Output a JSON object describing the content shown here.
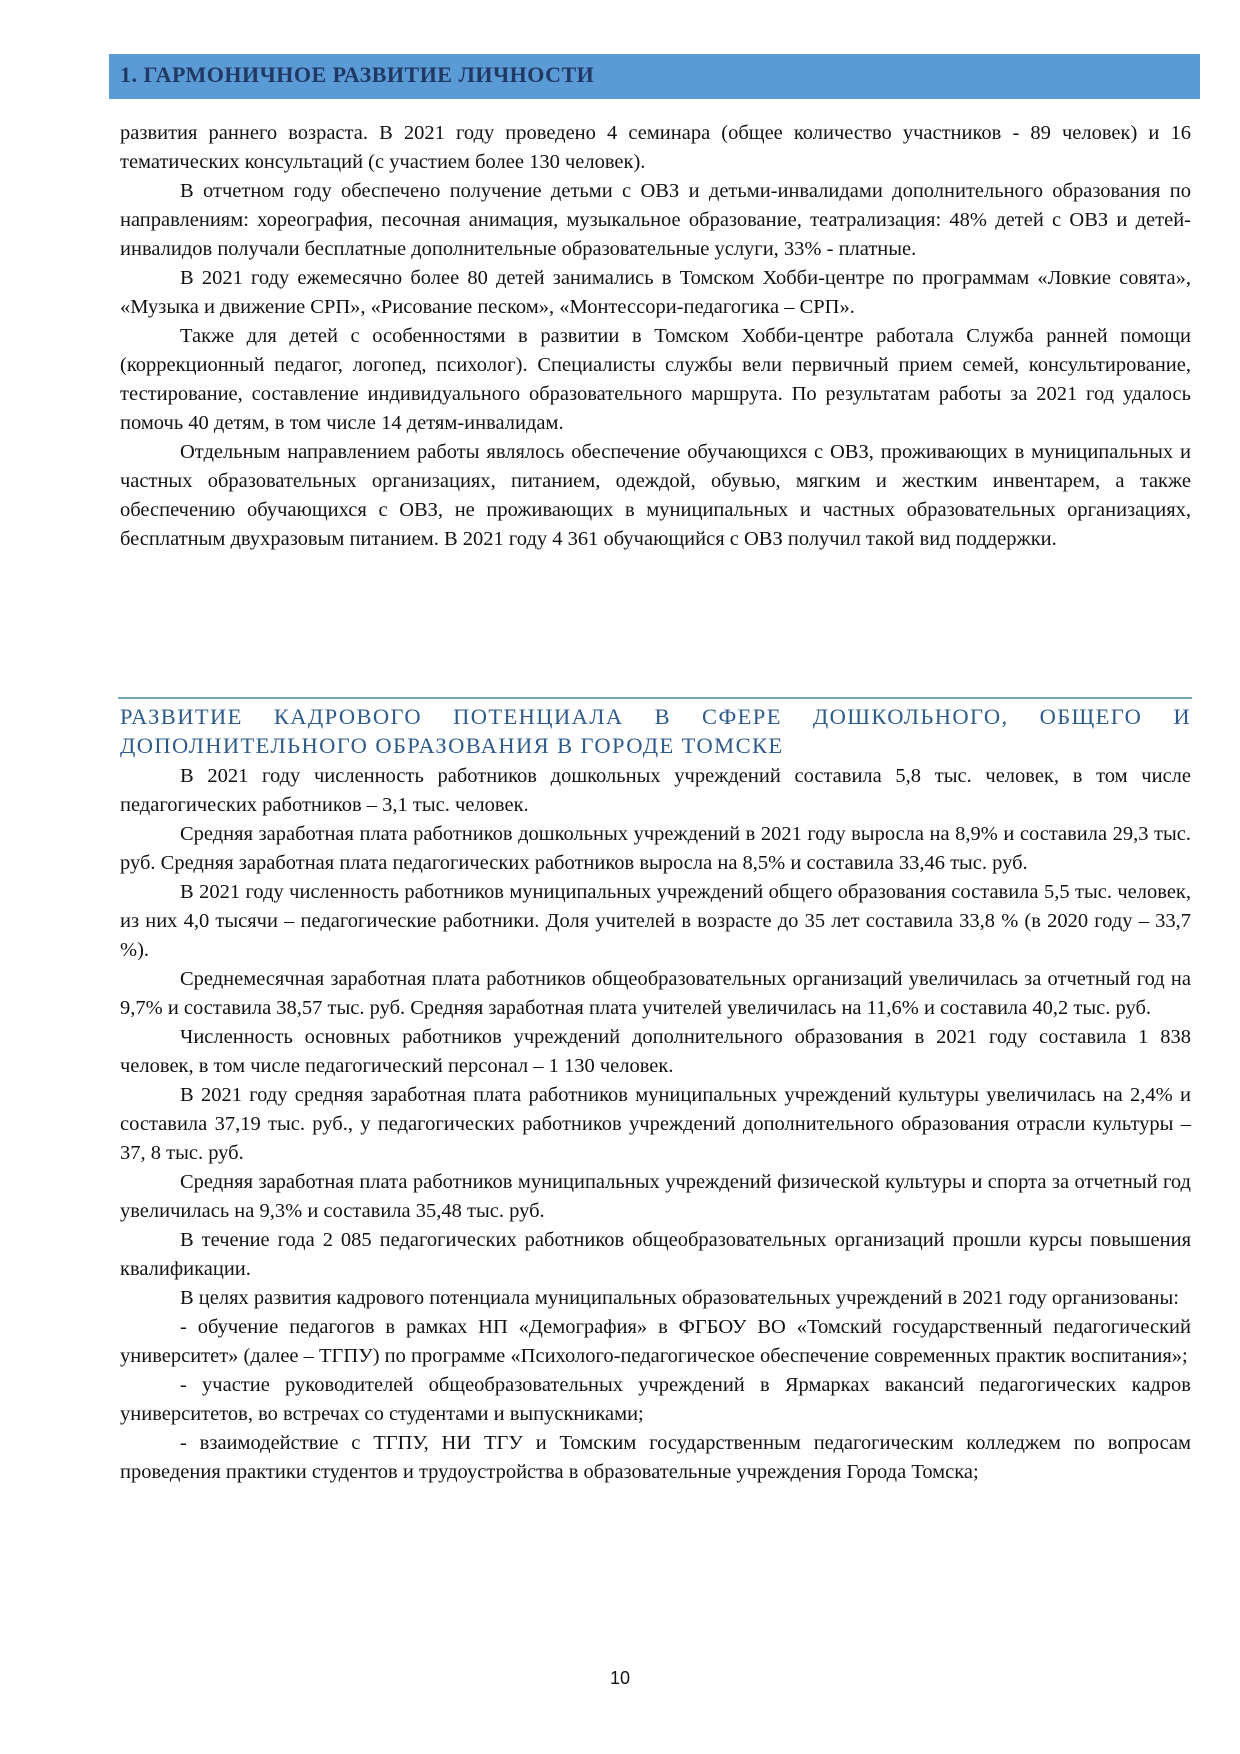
{
  "section_header": "1. ГАРМОНИЧНОЕ РАЗВИТИЕ ЛИЧНОСТИ",
  "part1": [
    "развития раннего возраста. В 2021 году проведено 4 семинара (общее количество участников - 89 человек) и 16 тематических консультаций (с участием более 130 человек).",
    "В отчетном году обеспечено получение детьми с ОВЗ и детьми-инвалидами дополнительного образования по направлениям: хореография, песочная анимация, музыкальное образование, театрализация: 48% детей с ОВЗ и детей-инвалидов получали бесплатные дополнительные образовательные услуги, 33% - платные.",
    "В 2021 году ежемесячно более 80 детей занимались в Томском Хобби-центре по программам «Ловкие совята», «Музыка и движение СРП», «Рисование песком», «Монтессори-педагогика – СРП».",
    "Также для детей с особенностями в развитии в Томском Хобби-центре работала Служба ранней помощи (коррекционный педагог, логопед, психолог). Специалисты службы вели первичный прием семей, консультирование, тестирование, составление индивидуального образовательного маршрута. По результатам работы за 2021 год удалось помочь 40 детям, в том числе 14 детям-инвалидам.",
    "Отдельным направлением работы являлось обеспечение обучающихся с ОВЗ, проживающих в муниципальных и частных образовательных организациях, питанием, одеждой, обувью, мягким и жестким инвентарем, а также обеспечению обучающихся с ОВЗ, не проживающих в муниципальных и частных образовательных организациях, бесплатным двухразовым питанием. В 2021 году 4 361 обучающийся с ОВЗ получил такой вид поддержки."
  ],
  "subsection_title": "РАЗВИТИЕ КАДРОВОГО ПОТЕНЦИАЛА В СФЕРЕ ДОШКОЛЬНОГО, ОБЩЕГО И ДОПОЛНИТЕЛЬНОГО ОБРАЗОВАНИЯ В ГОРОДЕ ТОМСКЕ",
  "part2": [
    "В 2021 году численность работников дошкольных учреждений составила 5,8 тыс. человек, в том числе педагогических работников – 3,1 тыс. человек.",
    "Средняя заработная плата работников дошкольных учреждений в 2021 году выросла на 8,9% и составила 29,3 тыс. руб. Средняя заработная плата педагогических работников выросла на 8,5% и составила 33,46 тыс. руб.",
    "В 2021 году численность работников муниципальных учреждений общего образования составила 5,5 тыс. человек, из них 4,0 тысячи – педагогические работники. Доля учителей в возрасте до 35 лет составила 33,8 % (в 2020 году – 33,7 %).",
    "Среднемесячная заработная плата работников общеобразовательных организаций увеличилась за отчетный год на 9,7% и составила 38,57 тыс. руб. Средняя заработная плата учителей увеличилась на 11,6% и составила 40,2 тыс. руб.",
    "Численность основных работников учреждений дополнительного образования в 2021 году составила 1 838 человек, в том числе педагогический персонал – 1 130 человек.",
    "В 2021 году средняя заработная плата работников муниципальных учреждений культуры увеличилась на 2,4% и составила 37,19 тыс. руб., у педагогических работников учреждений дополнительного образования отрасли культуры – 37, 8 тыс. руб.",
    "Средняя заработная плата работников муниципальных учреждений физической культуры и спорта за отчетный год увеличилась на 9,3% и составила 35,48 тыс. руб.",
    "В течение года 2 085 педагогических работников общеобразовательных организаций прошли курсы повышения квалификации.",
    "В целях развития кадрового потенциала муниципальных образовательных учреждений в 2021 году организованы:",
    "- обучение педагогов в рамках НП «Демография» в ФГБОУ ВО «Томский государственный педагогический университет» (далее – ТГПУ) по программе «Психолого-педагогическое обеспечение современных практик воспитания»;",
    "- участие руководителей общеобразовательных учреждений в Ярмарках вакансий педагогических кадров университетов, во встречах со студентами и выпускниками;",
    "- взаимодействие с ТГПУ, НИ ТГУ и Томским государственным педагогическим колледжем по вопросам проведения практики студентов и трудоустройства в образовательные учреждения Города Томска;"
  ],
  "page_number": "10",
  "colors": {
    "header_bar": "#5b9bd5",
    "header_text": "#1f3864",
    "subsection_text": "#2e5b8c",
    "rule": "#6fa4b0"
  }
}
